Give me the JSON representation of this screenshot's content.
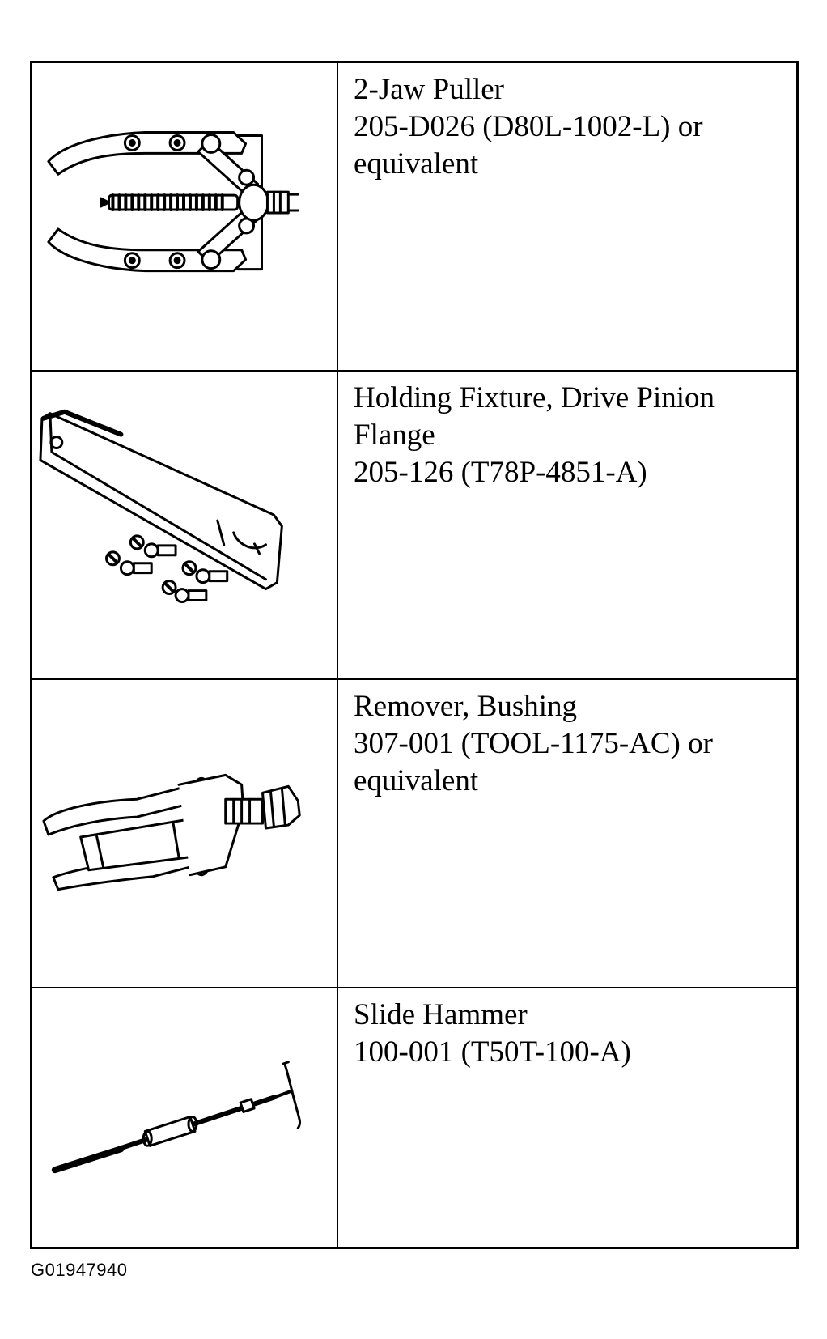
{
  "tools": [
    {
      "name": "2-Jaw Puller",
      "part_line_1": "205-D026 (D80L-1002-L) or",
      "part_line_2": "equivalent",
      "icon": "two-jaw-puller-icon"
    },
    {
      "name": "Holding Fixture, Drive Pinion",
      "part_line_1": "Flange",
      "part_line_2": "205-126 (T78P-4851-A)",
      "icon": "holding-fixture-icon"
    },
    {
      "name": "Remover, Bushing",
      "part_line_1": "307-001 (TOOL-1175-AC) or",
      "part_line_2": "equivalent",
      "icon": "bushing-remover-icon"
    },
    {
      "name": "Slide Hammer",
      "part_line_1": "100-001 (T50T-100-A)",
      "part_line_2": "",
      "icon": "slide-hammer-icon"
    }
  ],
  "figure_id": "G01947940"
}
